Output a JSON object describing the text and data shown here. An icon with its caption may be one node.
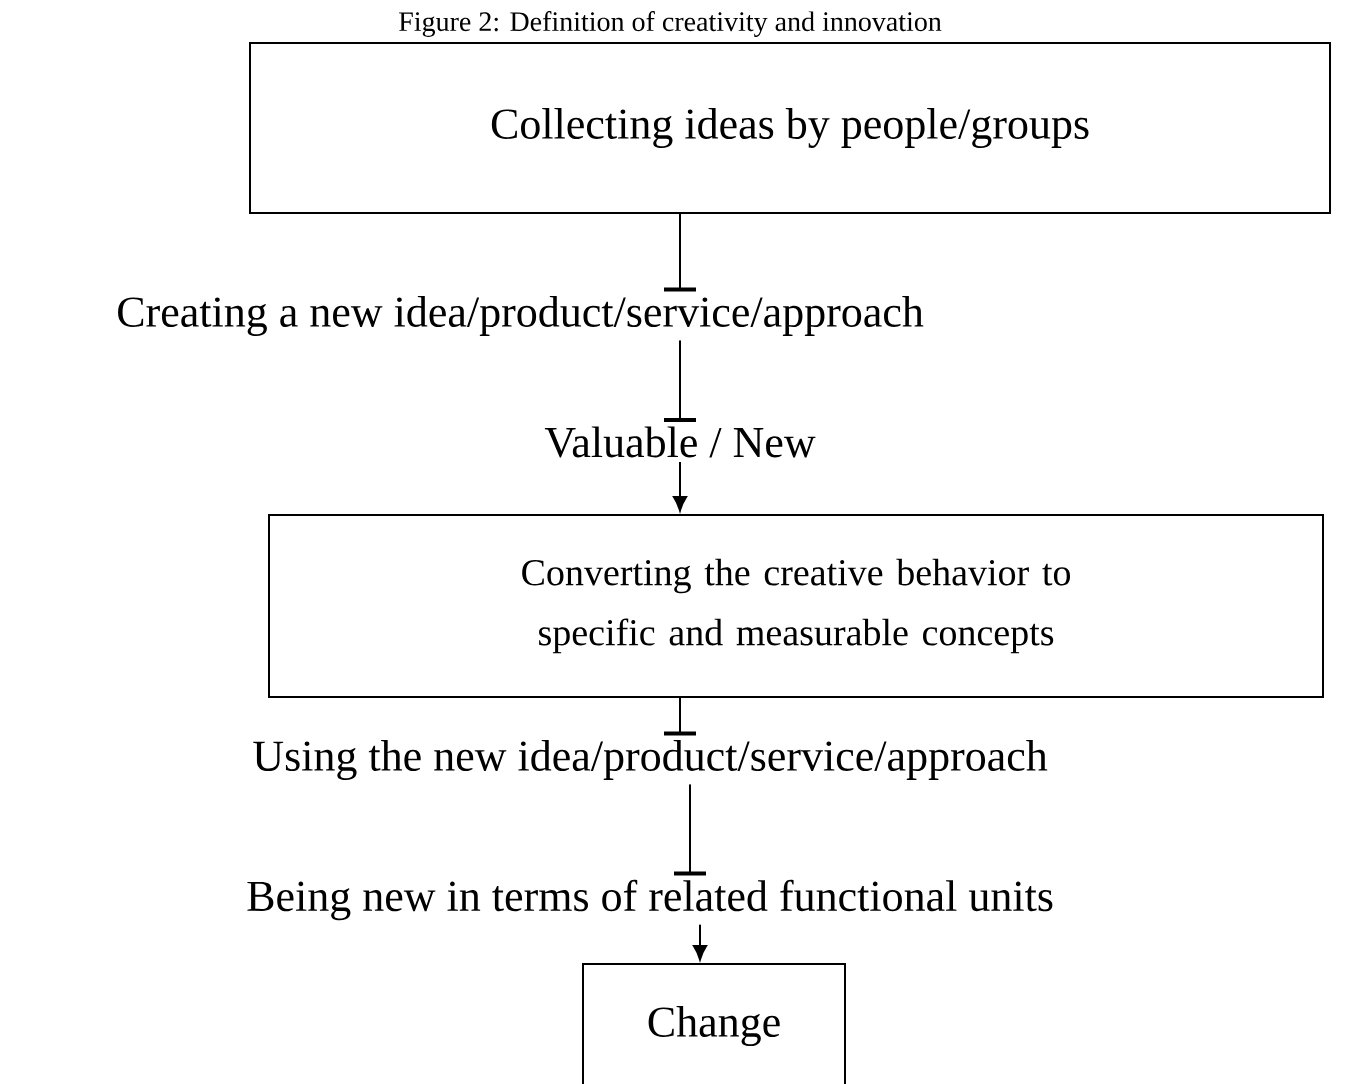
{
  "diagram": {
    "title": "Figure 2: Definition of creativity and innovation",
    "nodes": [
      {
        "text": [
          "Collecting ideas by people/groups"
        ]
      },
      {
        "text": [
          "Creating a new idea/product/service/approach"
        ]
      },
      {
        "text": [
          "Valuable / New"
        ]
      },
      {
        "text": [
          "Converting the creative behavior to specific and measurable concepts"
        ]
      },
      {
        "text": [
          "Using the new idea/product/service/approach"
        ]
      },
      {
        "text": [
          "Being new in terms of related functional units"
        ]
      },
      {
        "text": [
          "Change"
        ]
      }
    ],
    "edges": [
      {
        "from": 0,
        "to": 1,
        "arrow": "other"
      },
      {
        "from": 1,
        "to": 2,
        "arrow": "other"
      },
      {
        "from": 2,
        "to": 3,
        "arrow": "to"
      },
      {
        "from": 3,
        "to": 4,
        "arrow": "other"
      },
      {
        "from": 4,
        "to": 5,
        "arrow": "other"
      },
      {
        "from": 5,
        "to": 6,
        "arrow": "to"
      }
    ]
  }
}
